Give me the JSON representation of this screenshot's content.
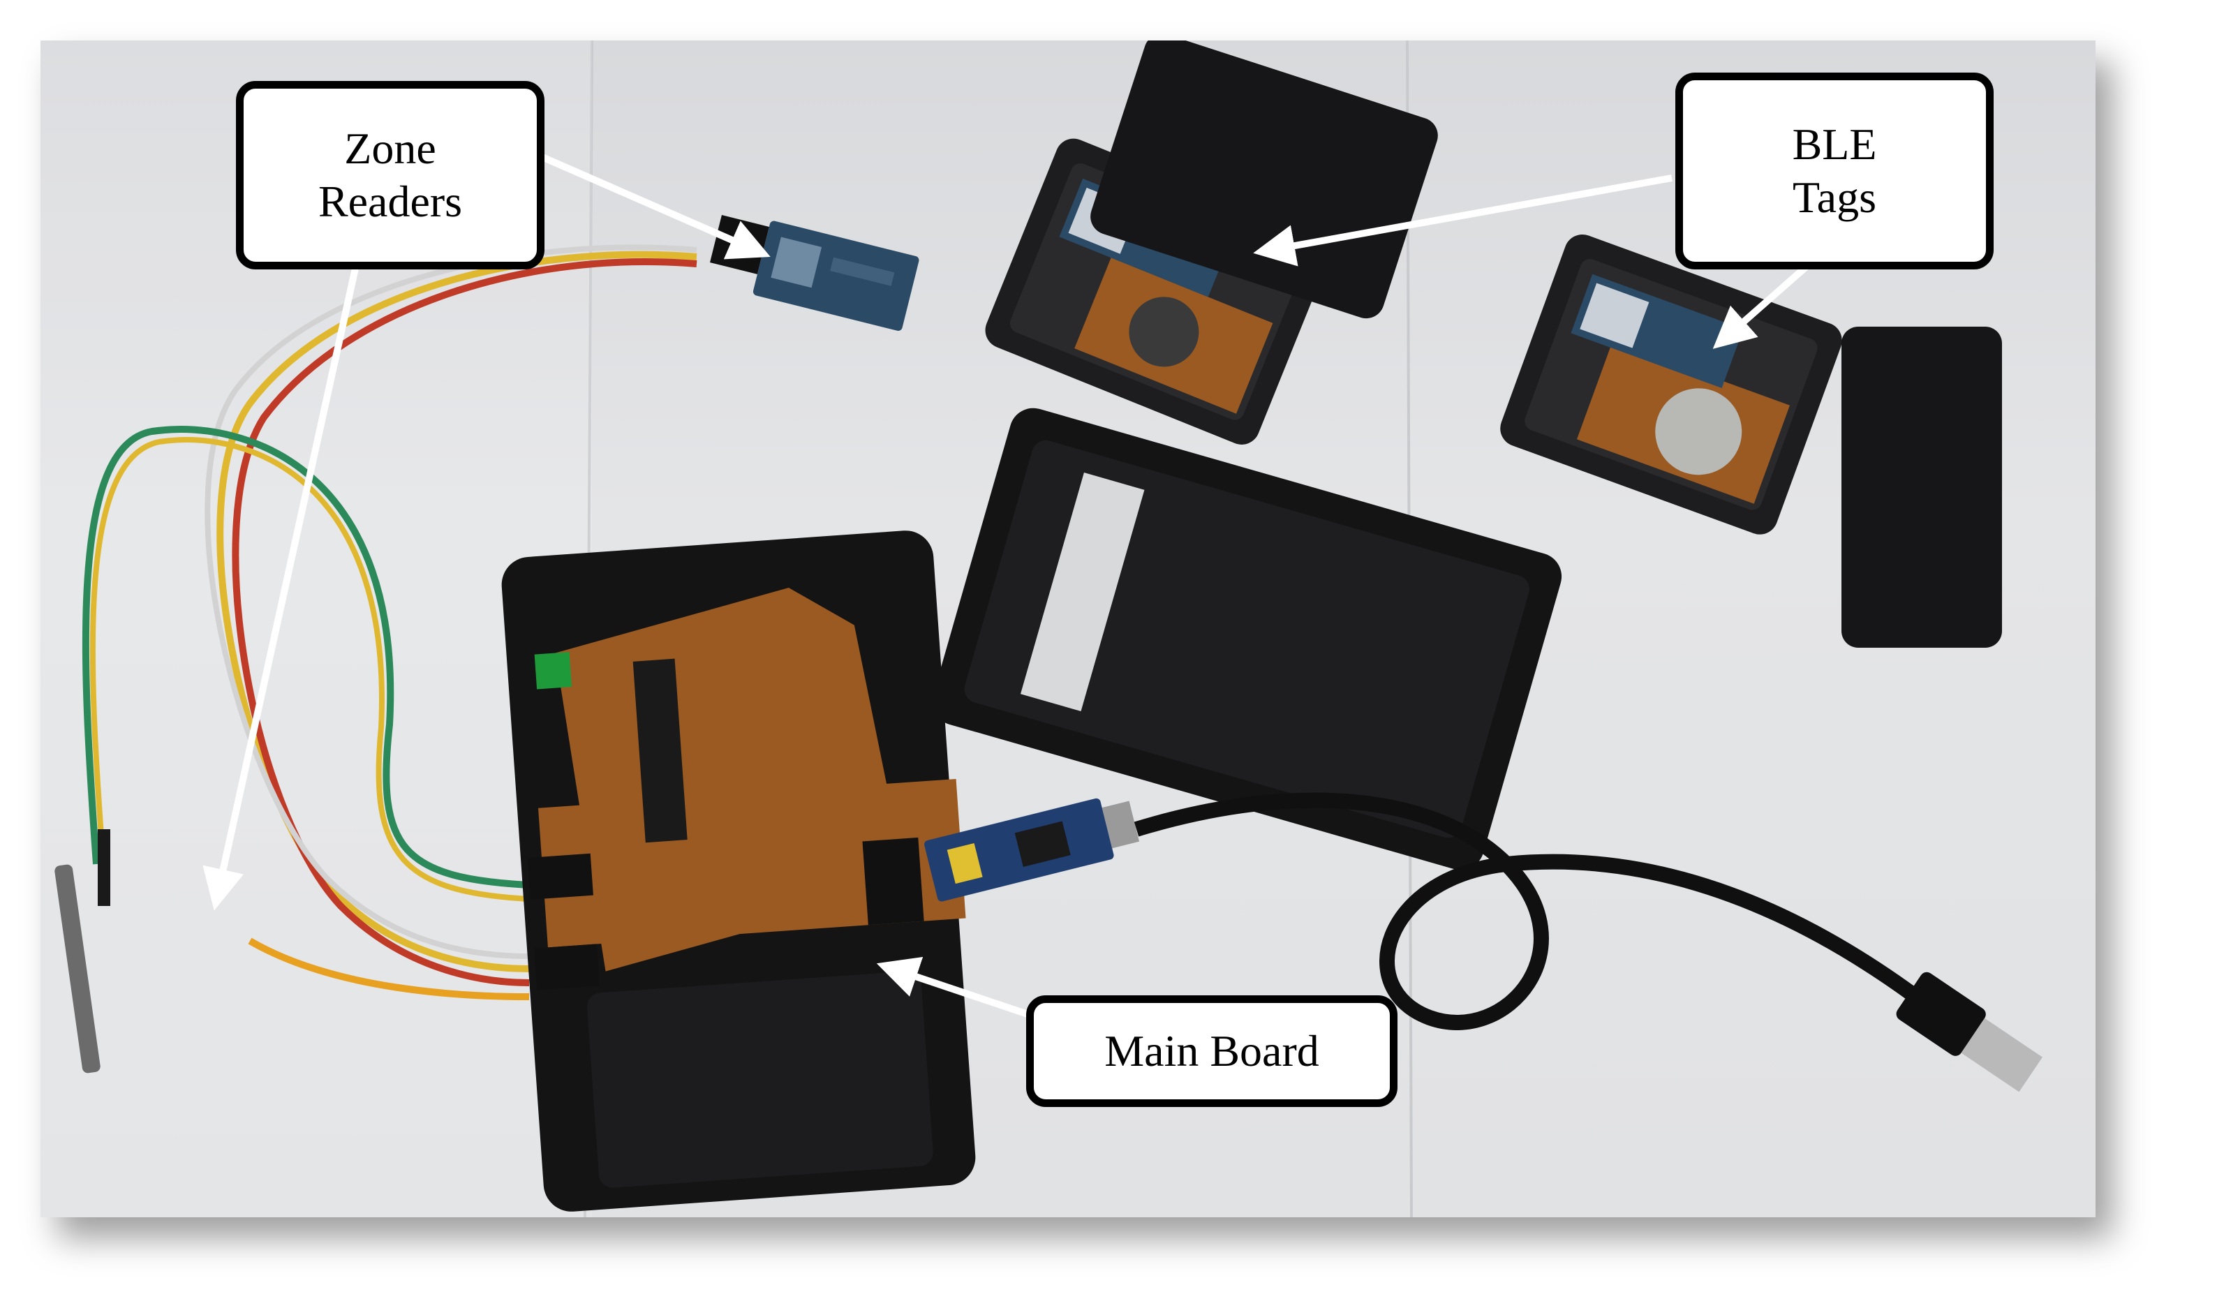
{
  "labels": {
    "zone_readers": [
      "Zone",
      "Readers"
    ],
    "ble_tags": [
      "BLE",
      "Tags"
    ],
    "main_board": "Main Board"
  },
  "colors": {
    "background": "#e2e3e5",
    "enclosure": "#141414",
    "pcb": "#9a5a22",
    "ble_module": "#2a4a66",
    "wire_green": "#2c8a5a",
    "wire_yellow": "#e0b830",
    "wire_red": "#c03a28",
    "arrow": "#ffffff"
  }
}
